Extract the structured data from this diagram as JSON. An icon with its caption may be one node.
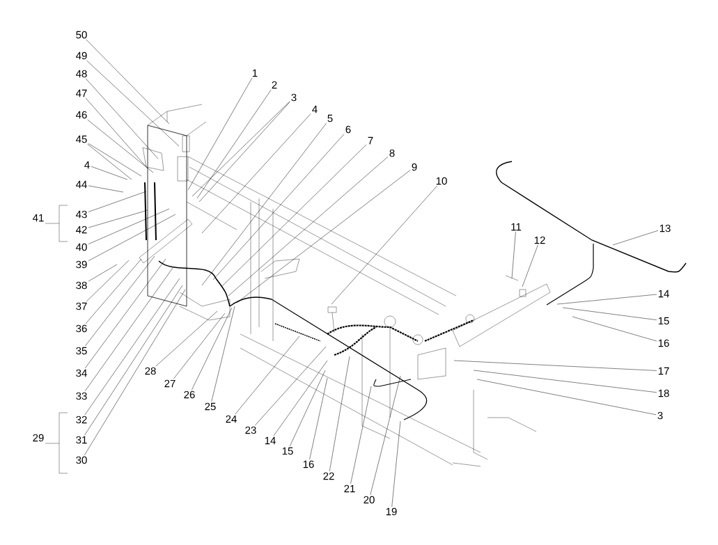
{
  "diagram": {
    "nodes": [
      {
        "text": [
          "50"
        ]
      },
      {
        "text": [
          "49"
        ]
      },
      {
        "text": [
          "48"
        ]
      },
      {
        "text": [
          "47"
        ]
      },
      {
        "text": [
          "46"
        ]
      },
      {
        "text": [
          "45"
        ]
      },
      {
        "text": [
          "4"
        ]
      },
      {
        "text": [
          "44"
        ]
      },
      {
        "text": [
          "43"
        ]
      },
      {
        "text": [
          "42"
        ]
      },
      {
        "text": [
          "40"
        ]
      },
      {
        "text": [
          "39"
        ]
      },
      {
        "text": [
          "38"
        ]
      },
      {
        "text": [
          "37"
        ]
      },
      {
        "text": [
          "36"
        ]
      },
      {
        "text": [
          "35"
        ]
      },
      {
        "text": [
          "34"
        ]
      },
      {
        "text": [
          "33"
        ]
      },
      {
        "text": [
          "32"
        ]
      },
      {
        "text": [
          "31"
        ]
      },
      {
        "text": [
          "30"
        ]
      },
      {
        "text": [
          "1"
        ]
      },
      {
        "text": [
          "2"
        ]
      },
      {
        "text": [
          "3"
        ]
      },
      {
        "text": [
          "4"
        ]
      },
      {
        "text": [
          "5"
        ]
      },
      {
        "text": [
          "6"
        ]
      },
      {
        "text": [
          "7"
        ]
      },
      {
        "text": [
          "8"
        ]
      },
      {
        "text": [
          "9"
        ]
      },
      {
        "text": [
          "10"
        ]
      },
      {
        "text": [
          "11"
        ]
      },
      {
        "text": [
          "12"
        ]
      },
      {
        "text": [
          "13"
        ]
      },
      {
        "text": [
          "14"
        ]
      },
      {
        "text": [
          "15"
        ]
      },
      {
        "text": [
          "16"
        ]
      },
      {
        "text": [
          "17"
        ]
      },
      {
        "text": [
          "18"
        ]
      },
      {
        "text": [
          "3"
        ]
      },
      {
        "text": [
          "28"
        ]
      },
      {
        "text": [
          "27"
        ]
      },
      {
        "text": [
          "26"
        ]
      },
      {
        "text": [
          "25"
        ]
      },
      {
        "text": [
          "24"
        ]
      },
      {
        "text": [
          "23"
        ]
      },
      {
        "text": [
          "14"
        ]
      },
      {
        "text": [
          "15"
        ]
      },
      {
        "text": [
          "16"
        ]
      },
      {
        "text": [
          "22"
        ]
      },
      {
        "text": [
          "21"
        ]
      },
      {
        "text": [
          "20"
        ]
      },
      {
        "text": [
          "19"
        ]
      }
    ],
    "edges": [
      {
        "from": 0,
        "to": null,
        "arrow": "none"
      },
      {
        "from": 1,
        "to": null,
        "arrow": "none"
      },
      {
        "from": 2,
        "to": null,
        "arrow": "none"
      },
      {
        "from": 3,
        "to": null,
        "arrow": "none"
      },
      {
        "from": 4,
        "to": null,
        "arrow": "none"
      },
      {
        "from": 5,
        "to": null,
        "arrow": "none"
      },
      {
        "from": 5,
        "to": null,
        "arrow": "none"
      },
      {
        "from": 6,
        "to": null,
        "arrow": "none"
      },
      {
        "from": 7,
        "to": null,
        "arrow": "none"
      },
      {
        "from": 8,
        "to": null,
        "arrow": "none"
      },
      {
        "from": 9,
        "to": null,
        "arrow": "none"
      },
      {
        "from": 10,
        "to": null,
        "arrow": "none"
      },
      {
        "from": 11,
        "to": null,
        "arrow": "none"
      },
      {
        "from": 12,
        "to": null,
        "arrow": "none"
      },
      {
        "from": 13,
        "to": null,
        "arrow": "none"
      },
      {
        "from": 14,
        "to": null,
        "arrow": "none"
      },
      {
        "from": 15,
        "to": null,
        "arrow": "none"
      },
      {
        "from": 16,
        "to": null,
        "arrow": "none"
      },
      {
        "from": 17,
        "to": null,
        "arrow": "none"
      },
      {
        "from": 18,
        "to": null,
        "arrow": "none"
      },
      {
        "from": 19,
        "to": null,
        "arrow": "none"
      },
      {
        "from": 20,
        "to": null,
        "arrow": "none"
      },
      {
        "from": 21,
        "to": null,
        "arrow": "none"
      },
      {
        "from": 22,
        "to": null,
        "arrow": "none"
      },
      {
        "from": 23,
        "to": null,
        "arrow": "none"
      },
      {
        "from": 23,
        "to": null,
        "arrow": "none"
      },
      {
        "from": 24,
        "to": null,
        "arrow": "none"
      },
      {
        "from": 25,
        "to": null,
        "arrow": "none"
      },
      {
        "from": 26,
        "to": null,
        "arrow": "none"
      },
      {
        "from": 27,
        "to": null,
        "arrow": "none"
      },
      {
        "from": 28,
        "to": null,
        "arrow": "none"
      },
      {
        "from": 29,
        "to": null,
        "arrow": "none"
      },
      {
        "from": 30,
        "to": null,
        "arrow": "none"
      },
      {
        "from": 31,
        "to": null,
        "arrow": "none"
      },
      {
        "from": 32,
        "to": null,
        "arrow": "none"
      },
      {
        "from": 33,
        "to": null,
        "arrow": "none"
      },
      {
        "from": 34,
        "to": null,
        "arrow": "none"
      },
      {
        "from": 35,
        "to": null,
        "arrow": "none"
      },
      {
        "from": 36,
        "to": null,
        "arrow": "none"
      },
      {
        "from": 37,
        "to": null,
        "arrow": "none"
      },
      {
        "from": 38,
        "to": null,
        "arrow": "none"
      },
      {
        "from": 39,
        "to": null,
        "arrow": "none"
      },
      {
        "from": 40,
        "to": null,
        "arrow": "none"
      },
      {
        "from": 41,
        "to": null,
        "arrow": "none"
      },
      {
        "from": 42,
        "to": null,
        "arrow": "none"
      },
      {
        "from": 43,
        "to": null,
        "arrow": "none"
      },
      {
        "from": 44,
        "to": null,
        "arrow": "none"
      },
      {
        "from": 45,
        "to": null,
        "arrow": "none"
      },
      {
        "from": 46,
        "to": null,
        "arrow": "none"
      },
      {
        "from": 47,
        "to": null,
        "arrow": "none"
      },
      {
        "from": 48,
        "to": null,
        "arrow": "none"
      },
      {
        "from": 49,
        "to": null,
        "arrow": "none"
      },
      {
        "from": 50,
        "to": null,
        "arrow": "none"
      },
      {
        "from": 51,
        "to": null,
        "arrow": "none"
      },
      {
        "from": 52,
        "to": null,
        "arrow": "none"
      }
    ],
    "labels": [
      "41",
      "29"
    ]
  }
}
